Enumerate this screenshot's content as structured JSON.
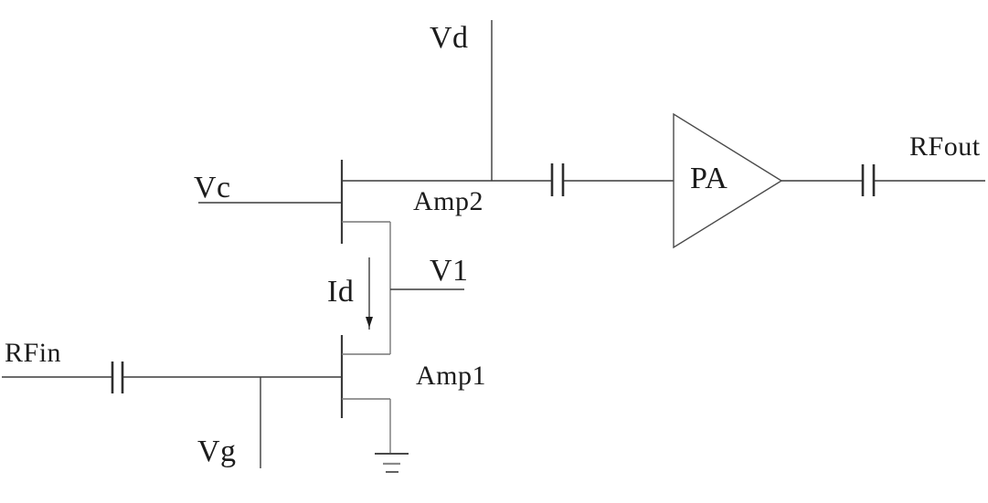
{
  "colors": {
    "background": "#ffffff",
    "wire": "#3a3a3a",
    "wire_light": "#777777",
    "text": "#1c1c1c"
  },
  "circuit": {
    "ports": {
      "rfin_label": "RFin",
      "rfout_label": "RFout"
    },
    "bias": {
      "vd_label": "Vd",
      "vc_label": "Vc",
      "vg_label": "Vg",
      "v1_label": "V1"
    },
    "current": {
      "id_label": "Id"
    },
    "stages": {
      "amp1_label": "Amp1",
      "amp2_label": "Amp2",
      "pa_label": "PA"
    }
  }
}
